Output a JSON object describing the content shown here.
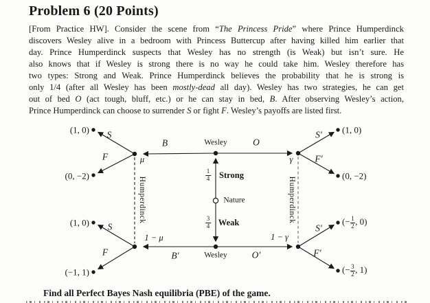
{
  "colors": {
    "ink": "#1a1a1a",
    "paper": "#fcfcfb",
    "dashed_right": "#8a8a8a"
  },
  "document": {
    "title": "Problem 6 (20 Points)",
    "lines": [
      {
        "p": [
          {
            "t": "[From Practice HW]. Consider the scene from “"
          },
          {
            "t": "The Princess Pride"
          },
          {
            "t": "” where Prince Humperdinck"
          }
        ]
      },
      {
        "p": [
          {
            "t": "discovers Wesley alive in a bedroom with Princess Buttercup after having killed him earlier that"
          }
        ]
      },
      {
        "p": [
          {
            "t": "day. Prince Humperdinck suspects that Wesley has no strength (is Weak) but isn’t sure. He"
          }
        ]
      },
      {
        "p": [
          {
            "t": "also knows that if Wesley is strong there is no way he could take him. Wesley therefore has"
          }
        ]
      },
      {
        "p": [
          {
            "t": "two types: Strong and Weak. Prince Humperdinck believes the probability that he is strong is"
          }
        ]
      },
      {
        "p": [
          {
            "t": "only 1/4 (after all Wesley has been "
          },
          {
            "t": "mostly-dead"
          },
          {
            "t": " all day). Wesley has two strategies, he can get"
          }
        ]
      },
      {
        "p": [
          {
            "t": "out of bed "
          },
          {
            "t": "O"
          },
          {
            "t": " (act tough, bluff, etc.) or he can stay in bed, "
          },
          {
            "t": "B"
          },
          {
            "t": ". After observing Wesley’s action,"
          }
        ]
      },
      {
        "p": [
          {
            "t": "Prince Humperdinck can choose to surrender "
          },
          {
            "t": "S"
          },
          {
            "t": " or fight "
          },
          {
            "t": "F"
          },
          {
            "t": ". Wesley’s payoffs are listed first."
          }
        ]
      }
    ],
    "task": "Find all Perfect Bayes Nash equilibria (PBE) of the game."
  },
  "diagram": {
    "nodes": {
      "wesley_top": "Wesley",
      "wesley_bottom": "Wesley",
      "nature": "Nature"
    },
    "info_sets": {
      "left": "Humperdinck",
      "right": "Humperdinck"
    },
    "beliefs": {
      "mu": "μ",
      "one_minus_mu": "1 − μ",
      "gamma": "γ",
      "one_minus_gamma": "1 − γ"
    },
    "actions": {
      "b": "B",
      "o": "O",
      "b_prime": "B′",
      "o_prime": "O′",
      "s_top_left": "S",
      "f_top_left": "F",
      "s_bottom_left": "S",
      "f_bottom_left": "F",
      "s_prime_top_right": "S′",
      "f_prime_top_right": "F′",
      "s_prime_bottom_right": "S′",
      "f_prime_bottom_right": "F′"
    },
    "chance": {
      "strong": {
        "num": "1",
        "den": "4",
        "label": "Strong"
      },
      "weak": {
        "num": "3",
        "den": "4",
        "label": "Weak"
      }
    },
    "payoffs": {
      "top_left_s": "(1, 0)",
      "top_left_f": "(0, −2)",
      "bottom_left_s": "(1, 0)",
      "bottom_left_f": "(−1, 1)",
      "top_right_s": "(1, 0)",
      "top_right_f": "(0, −2)",
      "bottom_right_s": {
        "pre": "(−",
        "num": "1",
        "den": "2",
        "post": ", 0)"
      },
      "bottom_right_f": {
        "pre": "(−",
        "num": "3",
        "den": "2",
        "post": ", 1)"
      }
    }
  }
}
